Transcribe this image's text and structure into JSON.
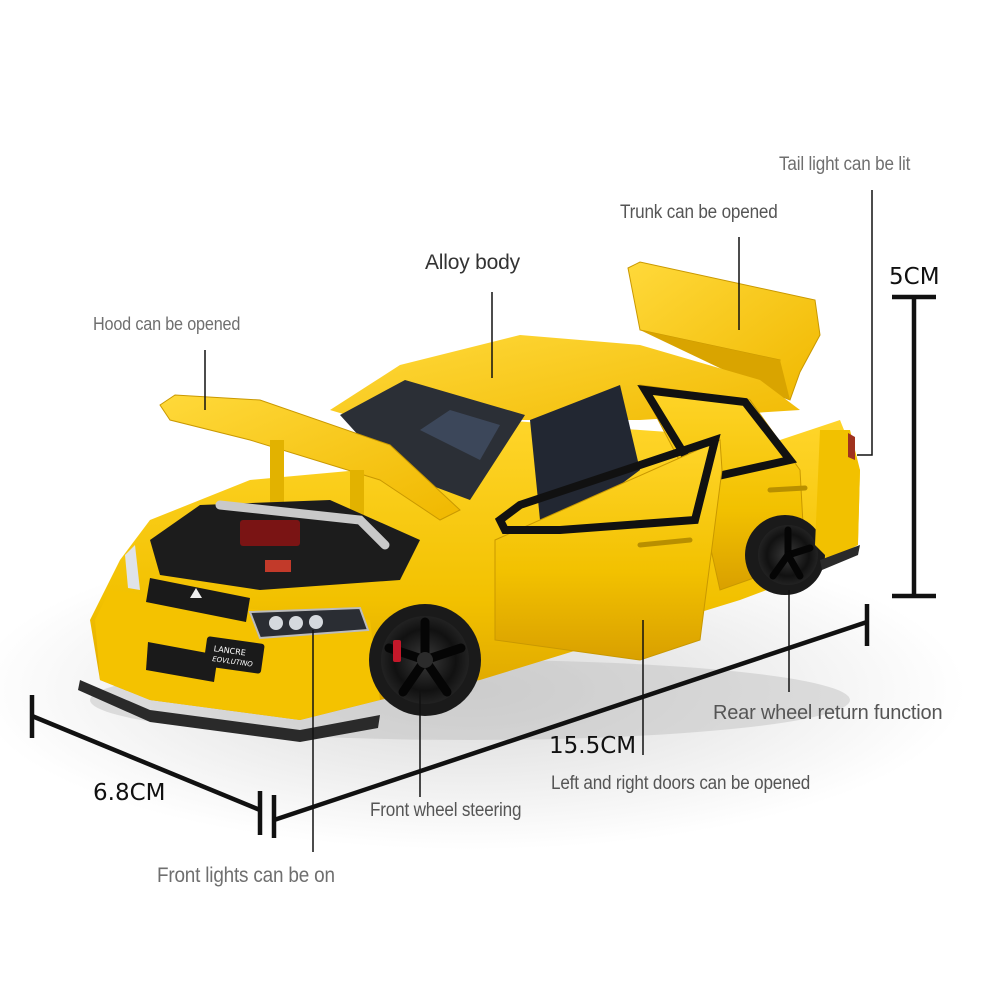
{
  "product": {
    "body_color": "#f2c100",
    "body_shade": "#d9a400",
    "body_highlight": "#ffd93a",
    "trim_color": "#1a1a1a",
    "background": "#ffffff"
  },
  "callouts": {
    "tail_light": "Tail light can be lit",
    "trunk": "Trunk can be opened",
    "alloy_body": "Alloy body",
    "hood": "Hood can be opened",
    "rear_wheel": "Rear wheel return function",
    "doors": "Left and right doors can be opened",
    "front_wheel": "Front wheel steering",
    "front_lights": "Front lights can be on"
  },
  "dimensions": {
    "height": "5CM",
    "length": "15.5CM",
    "width": "6.8CM"
  },
  "plate": {
    "line1": "LANCRE",
    "line2": "EOVLUTINO"
  }
}
